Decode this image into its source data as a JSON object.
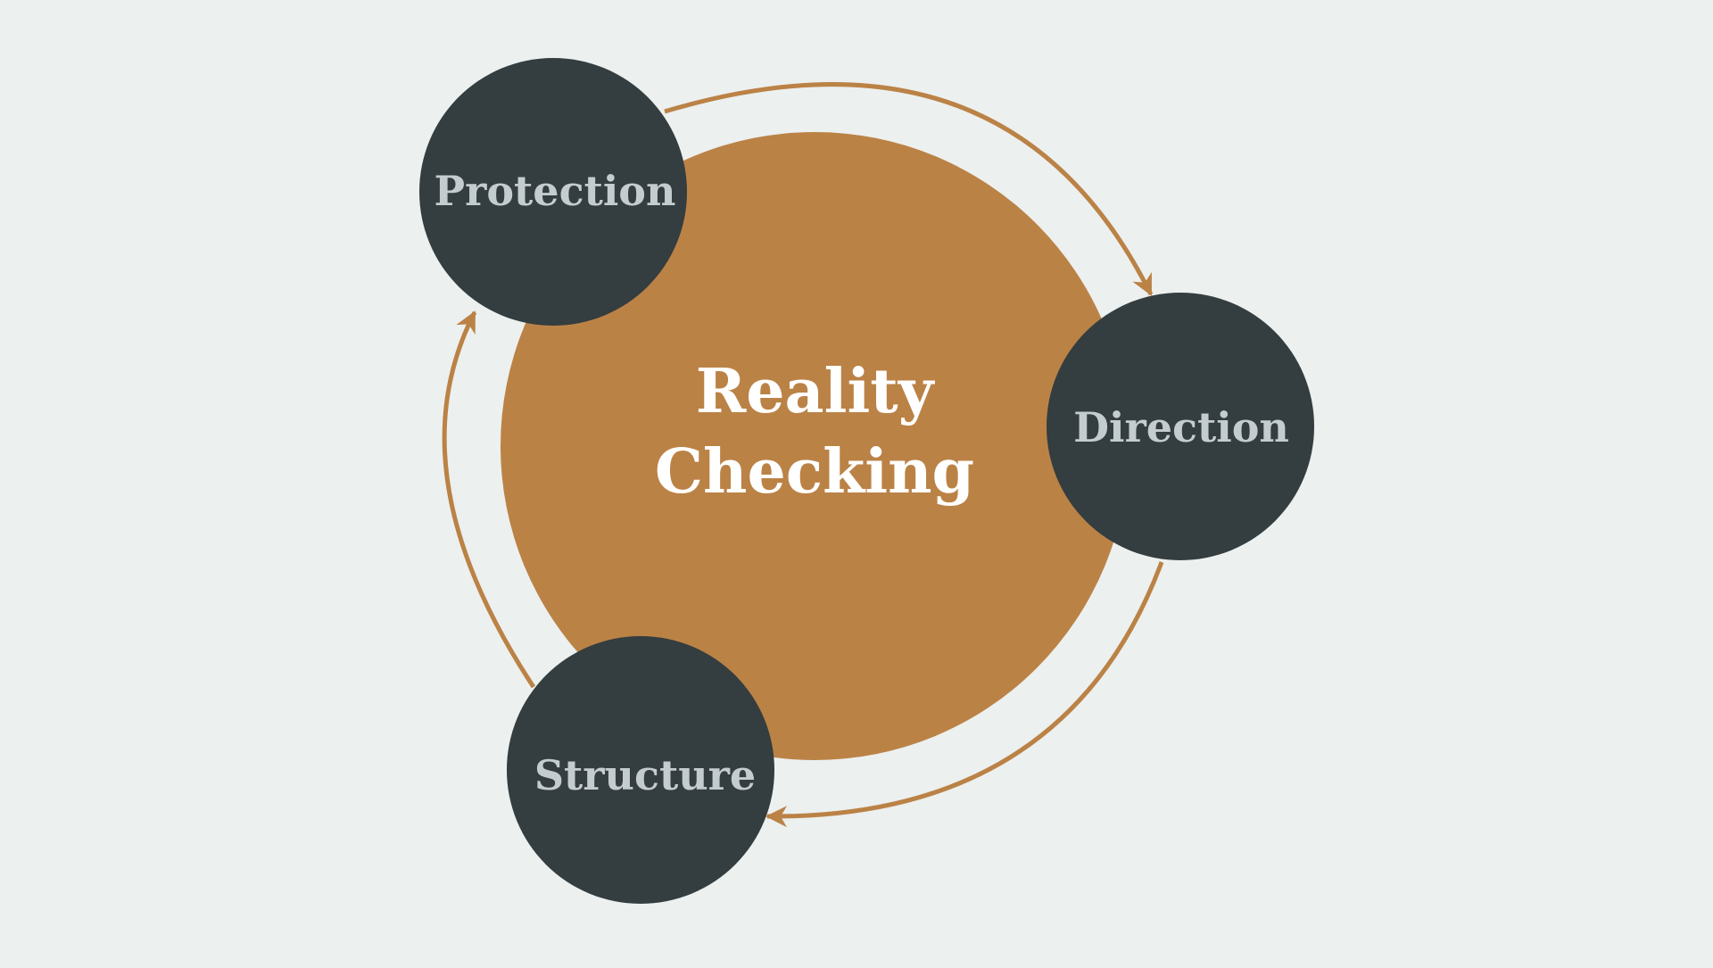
{
  "center": {
    "line1": "Reality",
    "line2": "Checking"
  },
  "nodes": {
    "protection": "Protection",
    "direction": "Direction",
    "structure": "Structure"
  },
  "colors": {
    "background": "#ecf0ef",
    "center_fill": "#bb8246",
    "node_fill": "#343d3f",
    "arrow": "#bb8246",
    "center_text": "#ffffff",
    "node_text": "#c5ccd0"
  }
}
